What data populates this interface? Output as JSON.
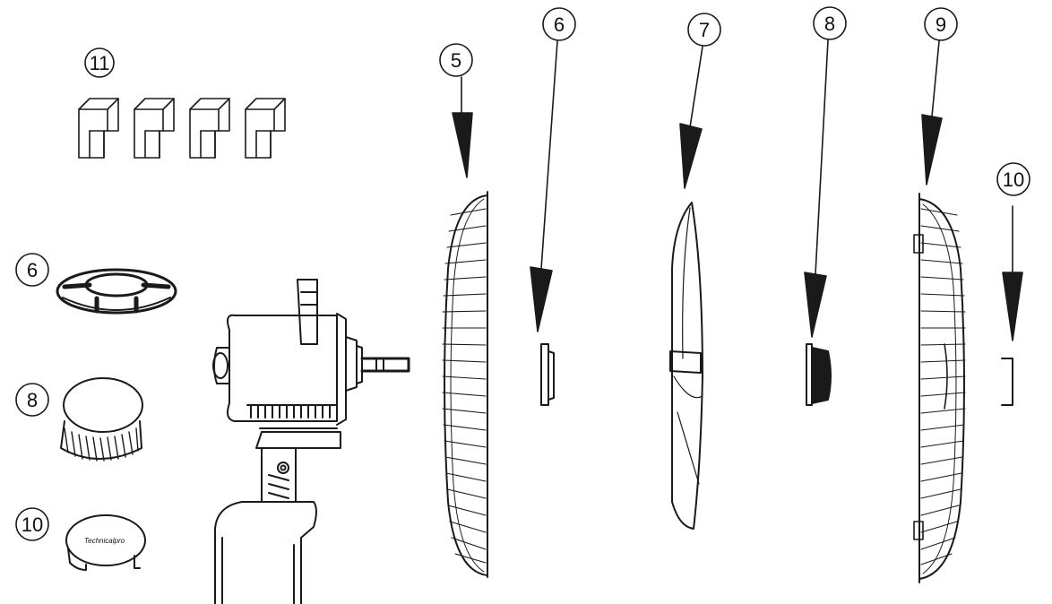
{
  "callouts": {
    "c11": "11",
    "c5": "5",
    "c6_top": "6",
    "c7": "7",
    "c8_top": "8",
    "c9": "9",
    "c10_right": "10",
    "c6_left": "6",
    "c8_left": "8",
    "c10_left": "10"
  },
  "brand_text": "Technicalpro",
  "colors": {
    "line": "#1a1a1a",
    "background": "#ffffff"
  }
}
